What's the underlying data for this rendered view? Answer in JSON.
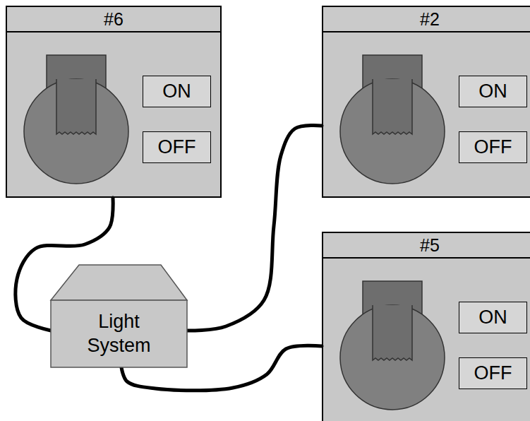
{
  "diagram": {
    "nodes": [
      {
        "text": [
          "#6"
        ]
      },
      {
        "text": [
          "ON"
        ],
        "in": 0
      },
      {
        "text": [
          "OFF"
        ],
        "in": 0
      },
      {
        "text": [
          "#2"
        ]
      },
      {
        "text": [
          "ON"
        ],
        "in": 3
      },
      {
        "text": [
          "OFF"
        ],
        "in": 3
      },
      {
        "text": [
          "#5"
        ]
      },
      {
        "text": [
          "ON"
        ],
        "in": 6
      },
      {
        "text": [
          "OFF"
        ],
        "in": 6
      },
      {
        "text": [
          "Light System"
        ]
      }
    ],
    "edges": [
      {
        "from": 0,
        "to": 9,
        "arrow": "none"
      },
      {
        "from": 3,
        "to": 9,
        "arrow": "none"
      },
      {
        "from": 6,
        "to": 9,
        "arrow": "none"
      }
    ]
  }
}
